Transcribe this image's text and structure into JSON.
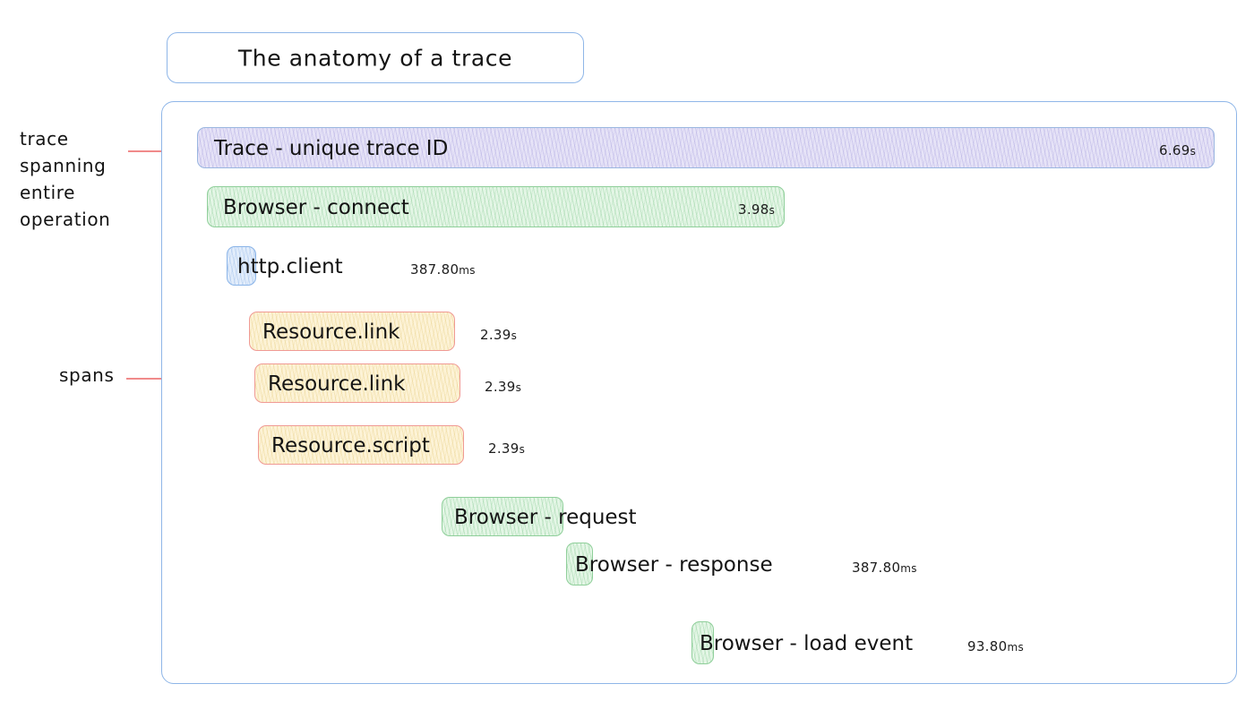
{
  "title": {
    "text": "The anatomy of a trace"
  },
  "annotations": [
    {
      "name": "trace-annotation",
      "text": "trace\nspanning\nentire\noperation"
    },
    {
      "name": "spans-annotation",
      "text": "spans"
    }
  ],
  "colors": {
    "container_border": "#8fb6e8",
    "trace_fill": "#e6e3f7",
    "trace_border": "#9ab6e0",
    "green_fill": "#e4f6e6",
    "green_border": "#8fcf9a",
    "blue_fill": "#e2edfb",
    "blue_border": "#8ab4e8",
    "yellow_fill": "#fdf3d7",
    "yellow_border": "#f09a94",
    "annotation_line": "#f08a8a"
  },
  "spans": [
    {
      "label": "Trace - unique trace ID",
      "duration": "6.69",
      "unit": "s",
      "kind": "trace"
    },
    {
      "label": "Browser - connect",
      "duration": "3.98",
      "unit": "s",
      "kind": "green"
    },
    {
      "label": "http.client",
      "duration": "387.80",
      "unit": "ms",
      "kind": "blue"
    },
    {
      "label": "Resource.link",
      "duration": "2.39",
      "unit": "s",
      "kind": "yellow"
    },
    {
      "label": "Resource.link",
      "duration": "2.39",
      "unit": "s",
      "kind": "yellow"
    },
    {
      "label": "Resource.script",
      "duration": "2.39",
      "unit": "s",
      "kind": "yellow"
    },
    {
      "label": "Browser - request",
      "duration": "",
      "unit": "",
      "kind": "green"
    },
    {
      "label": "Browser - response",
      "duration": "387.80",
      "unit": "ms",
      "kind": "green"
    },
    {
      "label": "Browser - load event",
      "duration": "93.80",
      "unit": "ms",
      "kind": "green"
    }
  ]
}
